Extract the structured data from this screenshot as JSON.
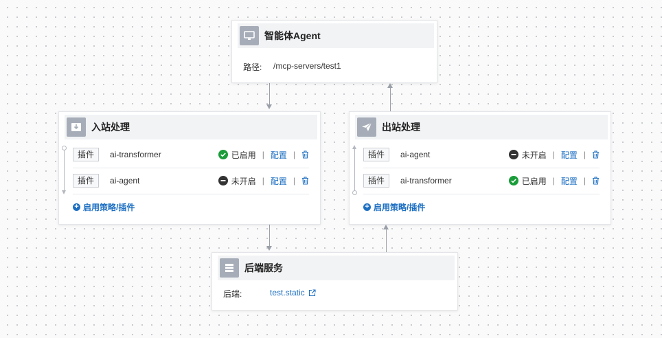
{
  "agent": {
    "title": "智能体Agent",
    "path_label": "路径:",
    "path_value": "/mcp-servers/test1"
  },
  "inbound": {
    "title": "入站处理",
    "rows": [
      {
        "tag": "插件",
        "name": "ai-transformer",
        "status": "已启用",
        "config": "配置",
        "sep": "|"
      },
      {
        "tag": "插件",
        "name": "ai-agent",
        "status": "未开启",
        "config": "配置",
        "sep": "|"
      }
    ],
    "add_label": "启用策略/插件"
  },
  "outbound": {
    "title": "出站处理",
    "rows": [
      {
        "tag": "插件",
        "name": "ai-agent",
        "status": "未开启",
        "config": "配置",
        "sep": "|"
      },
      {
        "tag": "插件",
        "name": "ai-transformer",
        "status": "已启用",
        "config": "配置",
        "sep": "|"
      }
    ],
    "add_label": "启用策略/插件"
  },
  "backend": {
    "title": "后端服务",
    "label": "后端:",
    "link": "test.static"
  },
  "colors": {
    "enabled": "#1a9d3a",
    "disabled": "#333333",
    "link": "#1d6fc2",
    "icon_bg": "#a6adb8"
  }
}
